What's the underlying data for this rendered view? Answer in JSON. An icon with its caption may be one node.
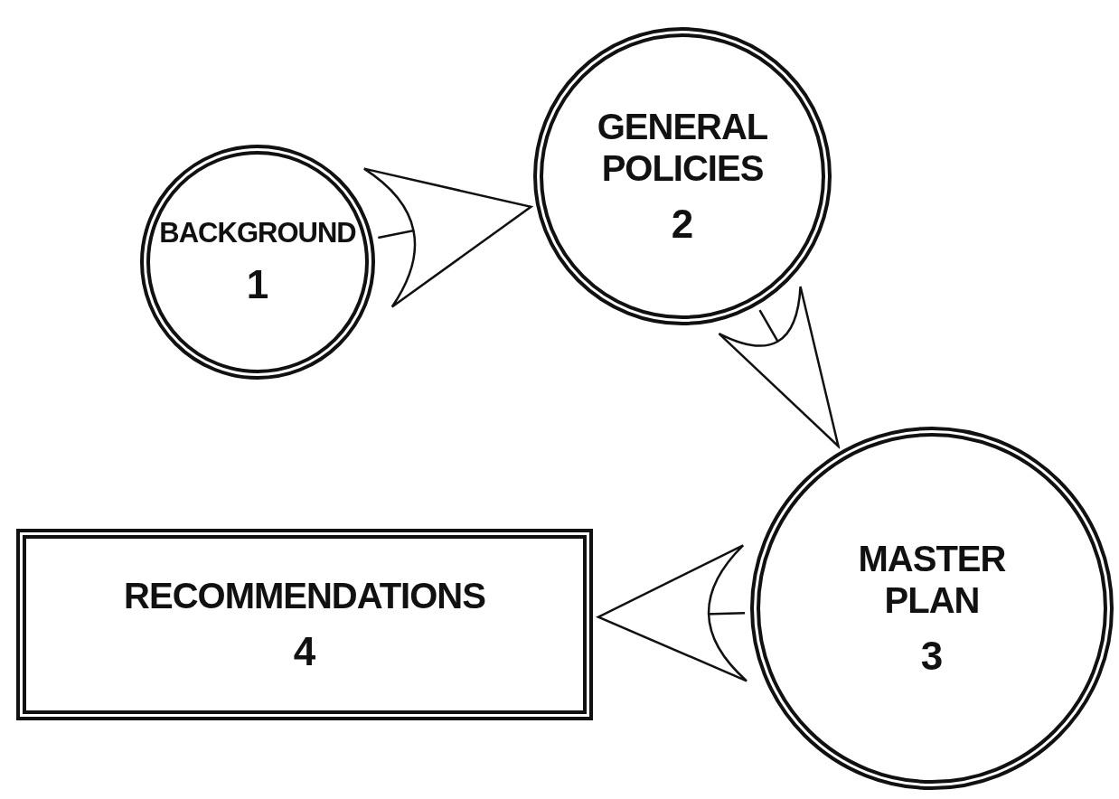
{
  "diagram": {
    "nodes": [
      {
        "text": [
          "BACKGROUND",
          "1"
        ]
      },
      {
        "text": [
          "GENERAL POLICIES",
          "2"
        ]
      },
      {
        "text": [
          "MASTER PLAN",
          "3"
        ]
      },
      {
        "text": [
          "RECOMMENDATIONS",
          "4"
        ]
      }
    ],
    "edges": [
      {
        "from": 0,
        "to": 1,
        "arrow": "to"
      },
      {
        "from": 1,
        "to": 2,
        "arrow": "to"
      },
      {
        "from": 2,
        "to": 3,
        "arrow": "to"
      }
    ]
  }
}
